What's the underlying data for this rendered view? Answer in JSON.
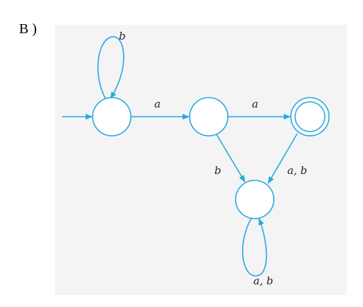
{
  "figure_label": "B )",
  "colors": {
    "stroke": "#27A9E1",
    "panel_bg": "#f4f4f4",
    "text": "#222222"
  },
  "automaton": {
    "states": [
      {
        "id": "q0",
        "start": true,
        "accepting": false
      },
      {
        "id": "q1",
        "start": false,
        "accepting": false
      },
      {
        "id": "q2",
        "start": false,
        "accepting": true
      },
      {
        "id": "q3",
        "start": false,
        "accepting": false
      }
    ],
    "transitions": [
      {
        "from": "q0",
        "to": "q0",
        "label": "b"
      },
      {
        "from": "q0",
        "to": "q1",
        "label": "a"
      },
      {
        "from": "q1",
        "to": "q2",
        "label": "a"
      },
      {
        "from": "q1",
        "to": "q3",
        "label": "b"
      },
      {
        "from": "q2",
        "to": "q3",
        "label": "a, b"
      },
      {
        "from": "q3",
        "to": "q3",
        "label": "a, b"
      }
    ]
  }
}
